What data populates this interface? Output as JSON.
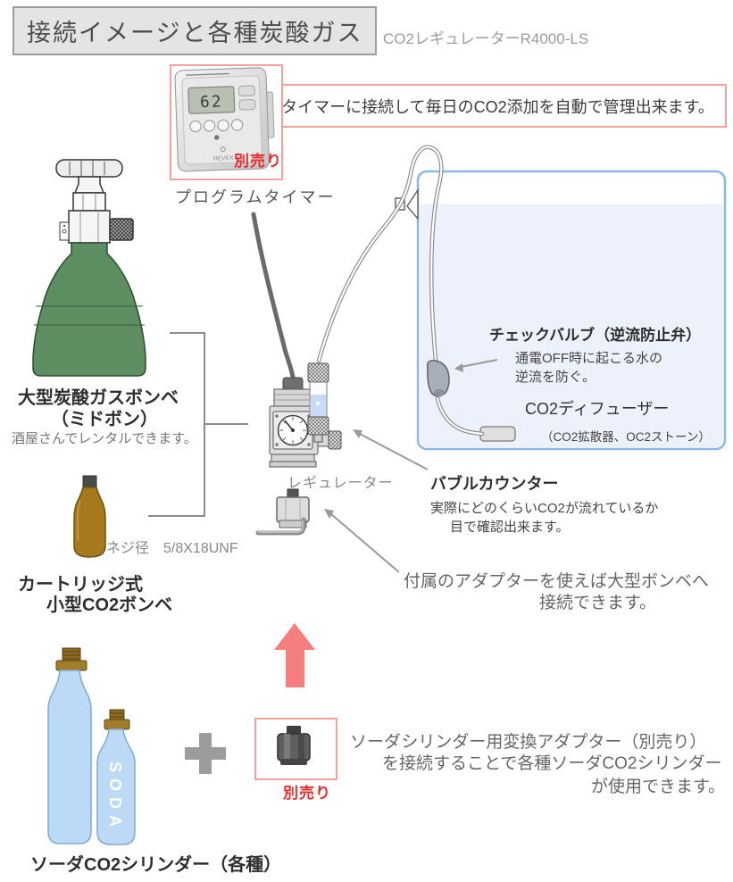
{
  "header": {
    "title": "接続イメージと各種炭酸ガス",
    "product_name": "CO2レギュレーターR4000-LS"
  },
  "timer": {
    "callout": "タイマーに接続して毎日のCO2添加を自動で管理出来ます。",
    "sold_separately": "別売り",
    "label": "プログラムタイマー",
    "lcd": "62",
    "brand": "REVEX"
  },
  "large_tank": {
    "title": "大型炭酸ガスボンベ",
    "subtitle": "（ミドボン）",
    "note": "酒屋さんでレンタルできます。"
  },
  "cartridge_tank": {
    "screw_spec": "ネジ径　5/8X18UNF",
    "title_line1": "カートリッジ式",
    "title_line2": "小型CO2ボンベ"
  },
  "regulator": {
    "label": "レギュレーター"
  },
  "check_valve": {
    "title": "チェックバルブ（逆流防止弁）",
    "desc_line1": "通電OFF時に起こる水の",
    "desc_line2": "逆流を防ぐ。"
  },
  "diffuser": {
    "title": "CO2ディフューザー",
    "subtitle": "（CO2拡散器、OC2ストーン）"
  },
  "bubble_counter": {
    "title": "バブルカウンター",
    "desc_line1": "実際にどのくらいCO2が流れているか",
    "desc_line2": "目で確認出来ます。"
  },
  "adapter_note": {
    "line1": "付属のアダプターを使えば大型ボンベへ",
    "line2": "接続できます。"
  },
  "soda_section": {
    "sold_separately": "別売り",
    "note_line1": "ソーダシリンダー用変換アダプター（別売り）",
    "note_line2": "を接続することで各種ソーダCO2シリンダー",
    "note_line3": "が使用できます。",
    "bottle_text": "SODA",
    "label": "ソーダCO2シリンダー（各種）"
  },
  "colors": {
    "accent_pink_border": "#f79f9f",
    "accent_pink_arrow": "#f57f7f",
    "sold_red": "#e62e2e",
    "tank_green": "#5c8e61",
    "cartridge_olive": "#a5791c",
    "soda_blue": "#bcd9f6",
    "aquarium_border": "#8fb7e3",
    "aquarium_water": "#edf1fb",
    "gray_line": "#8c8c8c"
  }
}
